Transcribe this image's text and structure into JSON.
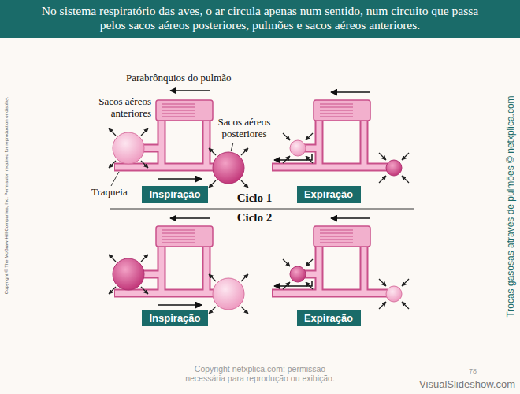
{
  "diagram": {
    "title": "No sistema respiratório das aves, o ar circula apenas num sentido, num circuito que passa pelos sacos aéreos posteriores, pulmões e sacos aéreos anteriores.",
    "nodes": [
      {
        "text": [
          "Inspiração"
        ]
      },
      {
        "text": [
          "Expiração"
        ]
      },
      {
        "text": [
          "Inspiração"
        ]
      },
      {
        "text": [
          "Expiração"
        ]
      }
    ],
    "labels": [
      "Copyright © The McGraw-Hill Companies, Inc. Permission required for reproduction or display.",
      "Parabrônquios do pulmão",
      "Sacos aéreos anteriores",
      "Sacos aéreos posteriores",
      "Traqueia",
      "Ciclo 1",
      "Ciclo 2",
      "Trocas gasosas através de pulmões © netxplica.com",
      "Copyright netxplica.com: permissão necessária para reprodução ou exibição.",
      "78",
      "VisualSlideshow.com"
    ]
  }
}
